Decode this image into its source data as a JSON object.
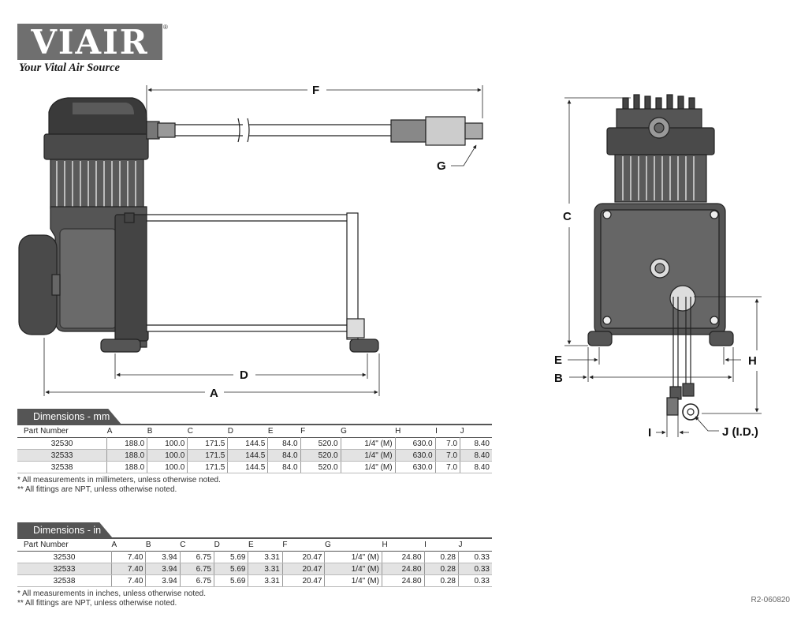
{
  "logo": {
    "brand": "VIAIR",
    "registered": "®",
    "tagline": "Your Vital Air Source"
  },
  "labels": {
    "A": "A",
    "B": "B",
    "C": "C",
    "D": "D",
    "E": "E",
    "F": "F",
    "G": "G",
    "H": "H",
    "I": "I",
    "J": "J (I.D.)"
  },
  "tables": {
    "mm": {
      "title": "Dimensions - mm",
      "headers": [
        "Part Number",
        "A",
        "B",
        "C",
        "D",
        "E",
        "F",
        "G",
        "H",
        "I",
        "J"
      ],
      "rows": [
        [
          "32530",
          "188.0",
          "100.0",
          "171.5",
          "144.5",
          "84.0",
          "520.0",
          "1/4\" (M)",
          "630.0",
          "7.0",
          "8.40"
        ],
        [
          "32533",
          "188.0",
          "100.0",
          "171.5",
          "144.5",
          "84.0",
          "520.0",
          "1/4\" (M)",
          "630.0",
          "7.0",
          "8.40"
        ],
        [
          "32538",
          "188.0",
          "100.0",
          "171.5",
          "144.5",
          "84.0",
          "520.0",
          "1/4\" (M)",
          "630.0",
          "7.0",
          "8.40"
        ]
      ],
      "notes": [
        "* All measurements in millimeters, unless otherwise noted.",
        "** All fittings are NPT, unless otherwise noted."
      ]
    },
    "in": {
      "title": "Dimensions - in",
      "headers": [
        "Part Number",
        "A",
        "B",
        "C",
        "D",
        "E",
        "F",
        "G",
        "H",
        "I",
        "J"
      ],
      "rows": [
        [
          "32530",
          "7.40",
          "3.94",
          "6.75",
          "5.69",
          "3.31",
          "20.47",
          "1/4\" (M)",
          "24.80",
          "0.28",
          "0.33"
        ],
        [
          "32533",
          "7.40",
          "3.94",
          "6.75",
          "5.69",
          "3.31",
          "20.47",
          "1/4\" (M)",
          "24.80",
          "0.28",
          "0.33"
        ],
        [
          "32538",
          "7.40",
          "3.94",
          "6.75",
          "5.69",
          "3.31",
          "20.47",
          "1/4\" (M)",
          "24.80",
          "0.28",
          "0.33"
        ]
      ],
      "notes": [
        "* All measurements in inches, unless otherwise noted.",
        "** All fittings are NPT, unless otherwise noted."
      ]
    }
  },
  "revision": "R2-060820",
  "colors": {
    "dark": "#333333",
    "mid": "#6f6f6f",
    "tab": "#555555",
    "shade": "#e3e3e3"
  }
}
